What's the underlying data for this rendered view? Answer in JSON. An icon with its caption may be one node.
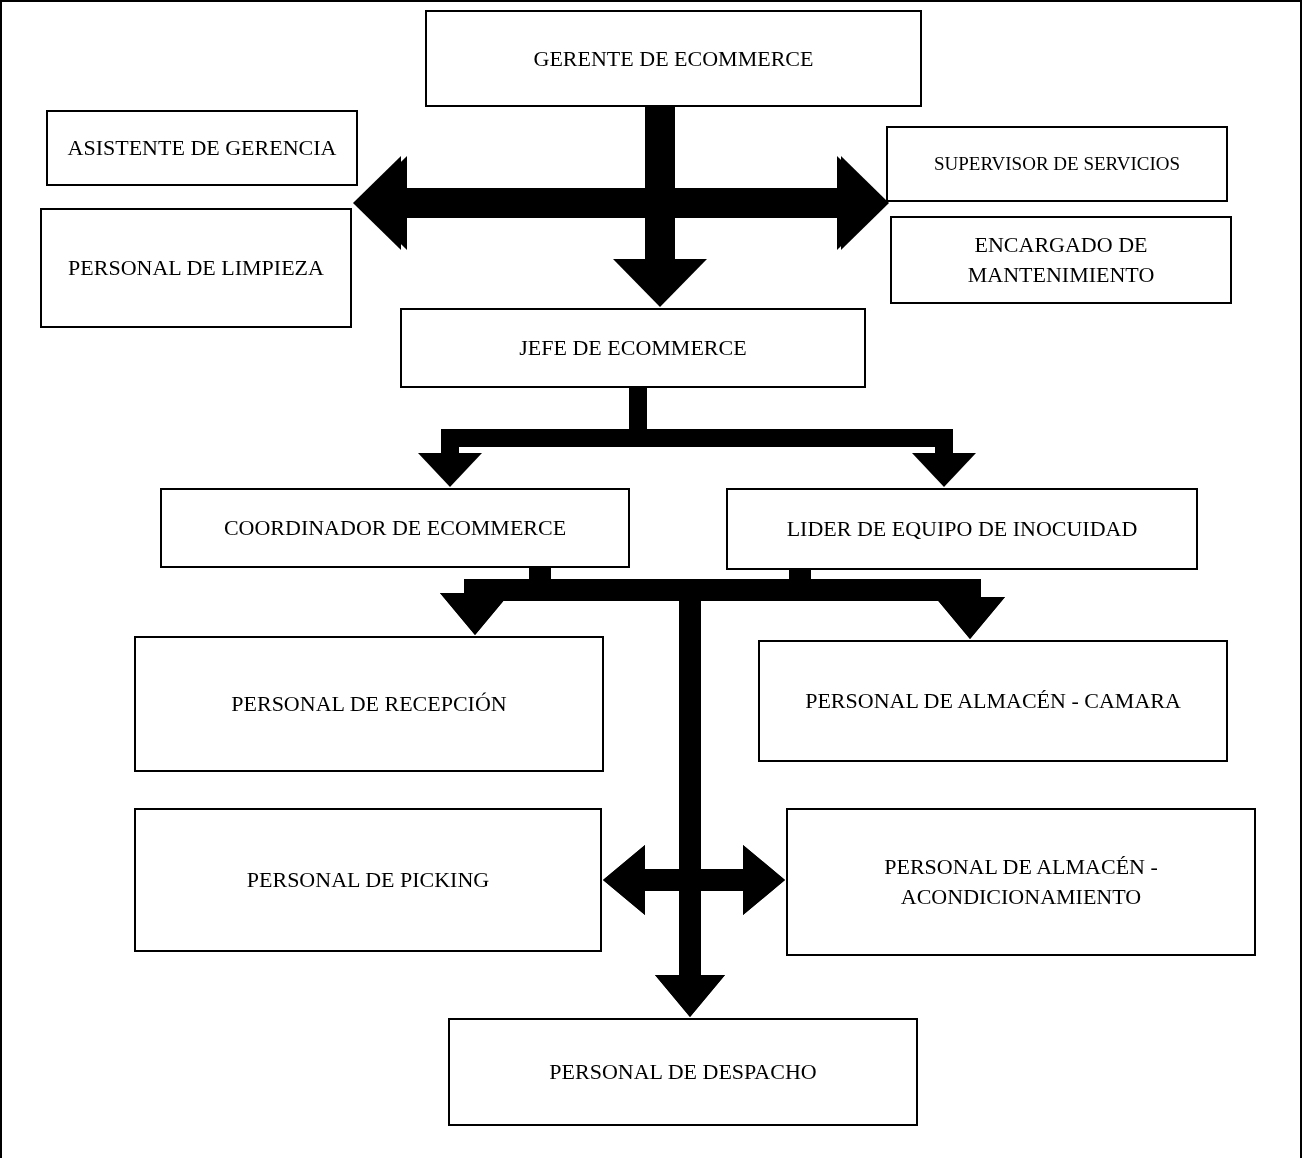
{
  "diagram": {
    "nodes": [
      {
        "text": [
          "GERENTE DE ECOMMERCE"
        ]
      },
      {
        "text": [
          "ASISTENTE DE GERENCIA"
        ]
      },
      {
        "text": [
          "PERSONAL DE LIMPIEZA"
        ]
      },
      {
        "text": [
          "SUPERVISOR DE SERVICIOS"
        ]
      },
      {
        "text": [
          "ENCARGADO DE MANTENIMIENTO"
        ]
      },
      {
        "text": [
          "JEFE DE ECOMMERCE"
        ]
      },
      {
        "text": [
          "COORDINADOR DE ECOMMERCE"
        ]
      },
      {
        "text": [
          "LIDER DE EQUIPO DE INOCUIDAD"
        ]
      },
      {
        "text": [
          "PERSONAL DE RECEPCIÓN"
        ]
      },
      {
        "text": [
          "PERSONAL DE ALMACÉN - CAMARA"
        ]
      },
      {
        "text": [
          "PERSONAL DE PICKING"
        ]
      },
      {
        "text": [
          "PERSONAL DE ALMACÉN - ACONDICIONAMIENTO"
        ]
      },
      {
        "text": [
          "PERSONAL DE DESPACHO"
        ]
      }
    ],
    "edges": [
      {
        "from": 0,
        "to": 5,
        "arrow": "to"
      },
      {
        "from": 0,
        "to": 1,
        "arrow": "to"
      },
      {
        "from": 0,
        "to": 2,
        "arrow": "to"
      },
      {
        "from": 0,
        "to": 3,
        "arrow": "to"
      },
      {
        "from": 0,
        "to": 4,
        "arrow": "to"
      },
      {
        "from": 5,
        "to": 6,
        "arrow": "to"
      },
      {
        "from": 5,
        "to": 7,
        "arrow": "to"
      },
      {
        "from": 6,
        "to": 8,
        "arrow": "to"
      },
      {
        "from": 6,
        "to": 9,
        "arrow": "to"
      },
      {
        "from": 6,
        "to": 10,
        "arrow": "to"
      },
      {
        "from": 6,
        "to": 11,
        "arrow": "to"
      },
      {
        "from": 6,
        "to": 12,
        "arrow": "to"
      },
      {
        "from": 7,
        "to": 8,
        "arrow": "to"
      },
      {
        "from": 7,
        "to": 9,
        "arrow": "to"
      },
      {
        "from": 7,
        "to": 10,
        "arrow": "to"
      },
      {
        "from": 7,
        "to": 11,
        "arrow": "to"
      },
      {
        "from": 7,
        "to": 12,
        "arrow": "to"
      }
    ]
  }
}
